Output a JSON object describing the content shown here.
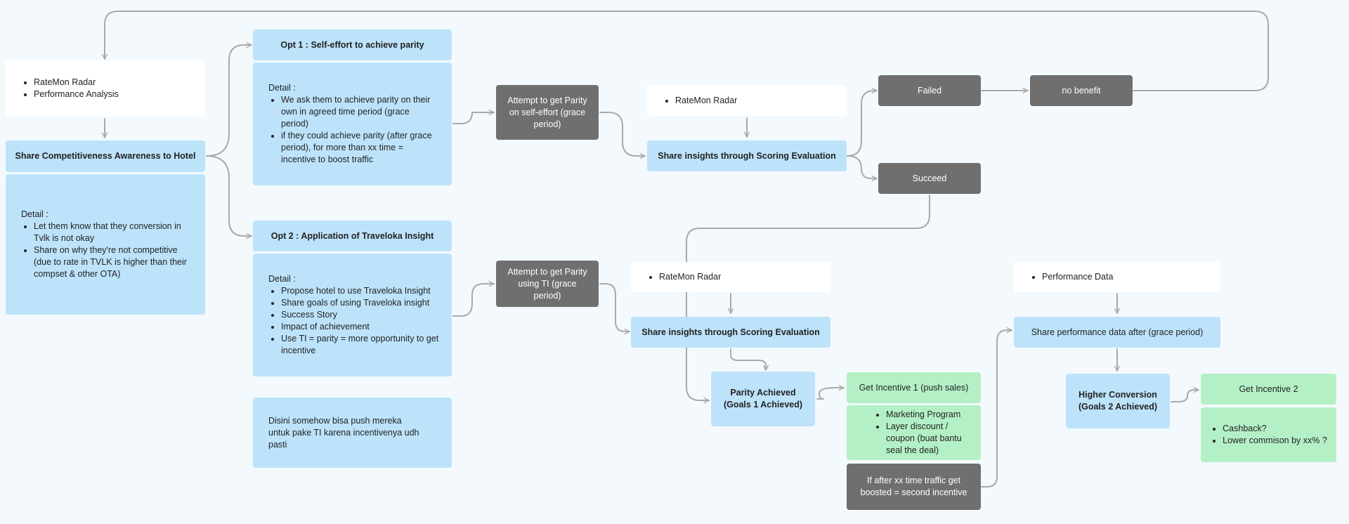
{
  "nodes": {
    "radar_left": {
      "items": [
        "RateMon Radar",
        "Performance Analysis"
      ]
    },
    "share_awareness": {
      "title": "Share Competitiveness Awareness to Hotel"
    },
    "detail_left": {
      "heading": "Detail :",
      "items": [
        "Let them know that they conversion in Tvlk is not okay",
        "Share on why they're not competitive (due to rate in TVLK is higher than their compset & other OTA)"
      ]
    },
    "opt1_title": {
      "title": "Opt 1 : Self-effort to achieve parity"
    },
    "opt1_detail": {
      "heading": "Detail :",
      "items": [
        "We ask them to achieve parity on their own in agreed time period (grace period)",
        "if they could achieve parity (after grace period), for more than xx time = incentive to boost traffic"
      ]
    },
    "opt2_title": {
      "title": "Opt 2 : Application of Traveloka Insight"
    },
    "opt2_detail": {
      "heading": "Detail :",
      "items": [
        "Propose hotel to use Traveloka Insight",
        "Share goals of using Traveloka insight",
        "Success Story",
        "Impact of achievement",
        "Use TI = parity = more opportunity to get incentive"
      ]
    },
    "note": {
      "text": "Disini somehow bisa push mereka untuk pake TI karena incentivenya udh pasti"
    },
    "attempt_self": {
      "title": "Attempt to get Parity on self-effort (grace period)"
    },
    "attempt_ti": {
      "title": "Attempt to get Parity using TI (grace period)"
    },
    "radar_top": {
      "items": [
        "RateMon Radar"
      ]
    },
    "scoring_top": {
      "title": "Share insights through Scoring Evaluation"
    },
    "failed": {
      "title": "Failed"
    },
    "no_benefit": {
      "title": "no benefit"
    },
    "succeed": {
      "title": "Succeed"
    },
    "radar_mid": {
      "items": [
        "RateMon Radar"
      ]
    },
    "scoring_mid": {
      "title": "Share insights through Scoring Evaluation"
    },
    "parity_achieved": {
      "title": "Parity Achieved\n(Goals 1 Achieved)"
    },
    "incentive1": {
      "title": "Get Incentive 1 (push sales)"
    },
    "incentive1_detail": {
      "items": [
        "Marketing Program",
        "Layer discount / coupon (buat bantu seal the deal)"
      ]
    },
    "second_incentive": {
      "title": "If after xx time traffic get boosted = second incentive"
    },
    "perf_data": {
      "items": [
        "Performance Data"
      ]
    },
    "share_perf": {
      "title": "Share performance data after (grace period)"
    },
    "higher_conv": {
      "title": "Higher Conversion\n(Goals 2 Achieved)"
    },
    "incentive2": {
      "title": "Get Incentive 2"
    },
    "incentive2_detail": {
      "items": [
        "Cashback?",
        "Lower commison by xx% ?"
      ]
    }
  },
  "colors": {
    "blue_box": "#bde3fb",
    "gray_box": "#6f6f6f",
    "green_box": "#b4f0c6",
    "white_box": "#ffffff",
    "connector": "#a9a9a9",
    "background": "#f4f9fd"
  }
}
